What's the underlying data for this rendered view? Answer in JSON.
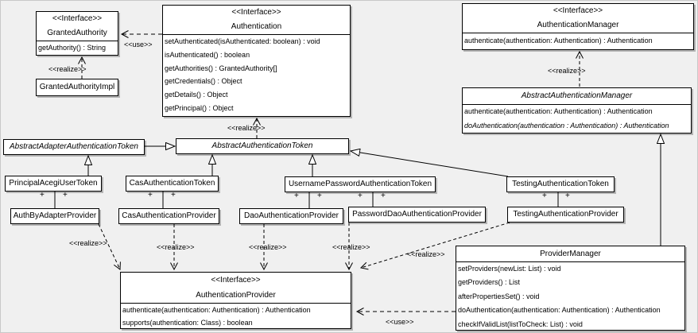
{
  "diagram_type": "uml-class-diagram",
  "colors": {
    "background": "#f0f0f0",
    "box_fill": "#ffffff",
    "line": "#000000"
  },
  "classes": {
    "granted_authority": {
      "stereotype": "<<Interface>>",
      "name": "GrantedAuthority",
      "methods": [
        "getAuthority() : String"
      ]
    },
    "granted_authority_impl": {
      "name": "GrantedAuthorityImpl"
    },
    "authentication": {
      "stereotype": "<<Interface>>",
      "name": "Authentication",
      "methods": [
        "setAuthenticated(isAuthenticated: boolean) : void",
        "isAuthenticated() : boolean",
        "getAuthorities() : GrantedAuthority[]",
        "getCredentials() : Object",
        "getDetails() : Object",
        "getPrincipal() : Object"
      ]
    },
    "authentication_manager": {
      "stereotype": "<<Interface>>",
      "name": "AuthenticationManager",
      "methods": [
        "authenticate(authentication: Authentication) : Authentication"
      ]
    },
    "abstract_authentication_manager": {
      "name": "AbstractAuthenticationManager",
      "methods": [
        "authenticate(authentication: Authentication) : Authentication",
        "doAuthentication(authentication : Authentication) : Authentication"
      ]
    },
    "abstract_adapter_authentication_token": {
      "name": "AbstractAdapterAuthenticationToken"
    },
    "abstract_authentication_token": {
      "name": "AbstractAuthenticationToken"
    },
    "principal_acegi_user_token": {
      "name": "PrincipalAcegiUserToken"
    },
    "cas_authentication_token": {
      "name": "CasAuthenticationToken"
    },
    "username_password_authentication_token": {
      "name": "UsernamePasswordAuthenticationToken"
    },
    "testing_authentication_token": {
      "name": "TestingAuthenticationToken"
    },
    "auth_by_adapter_provider": {
      "name": "AuthByAdapterProvider"
    },
    "cas_authentication_provider": {
      "name": "CasAuthenticationProvider"
    },
    "dao_authentication_provider": {
      "name": "DaoAuthenticationProvider"
    },
    "password_dao_authentication_provider": {
      "name": "PasswordDaoAuthenticationProvider"
    },
    "testing_authentication_provider": {
      "name": "TestingAuthenticationProvider"
    },
    "authentication_provider": {
      "stereotype": "<<Interface>>",
      "name": "AuthenticationProvider",
      "methods": [
        "authenticate(authentication: Authentication) : Authentication",
        "supports(authentication: Class) : boolean"
      ]
    },
    "provider_manager": {
      "name": "ProviderManager",
      "methods": [
        "setProviders(newList: List) : void",
        "getProviders() : List",
        "afterPropertiesSet() : void",
        "doAuthentication(authentication: Authentication) : Authentication",
        "checkIfValidList(listToCheck: List) : void"
      ]
    }
  },
  "edges": [
    {
      "from": "Authentication",
      "to": "GrantedAuthority",
      "type": "dependency",
      "label": "<<use>>"
    },
    {
      "from": "GrantedAuthorityImpl",
      "to": "GrantedAuthority",
      "type": "realize",
      "label": "<<realize>>"
    },
    {
      "from": "AbstractAuthenticationToken",
      "to": "Authentication",
      "type": "realize",
      "label": "<<realize>>"
    },
    {
      "from": "AbstractAuthenticationManager",
      "to": "AuthenticationManager",
      "type": "realize",
      "label": "<<realize>>"
    },
    {
      "from": "AbstractAdapterAuthenticationToken",
      "to": "AbstractAuthenticationToken",
      "type": "generalization",
      "label": ""
    },
    {
      "from": "PrincipalAcegiUserToken",
      "to": "AbstractAdapterAuthenticationToken",
      "type": "generalization",
      "label": ""
    },
    {
      "from": "CasAuthenticationToken",
      "to": "AbstractAuthenticationToken",
      "type": "generalization",
      "label": ""
    },
    {
      "from": "UsernamePasswordAuthenticationToken",
      "to": "AbstractAuthenticationToken",
      "type": "generalization",
      "label": ""
    },
    {
      "from": "TestingAuthenticationToken",
      "to": "AbstractAuthenticationToken",
      "type": "generalization",
      "label": ""
    },
    {
      "from": "ProviderManager",
      "to": "AbstractAuthenticationManager",
      "type": "generalization",
      "label": ""
    },
    {
      "from": "PrincipalAcegiUserToken",
      "to": "AuthByAdapterProvider",
      "type": "association",
      "end_labels": [
        "+",
        "+"
      ]
    },
    {
      "from": "CasAuthenticationToken",
      "to": "CasAuthenticationProvider",
      "type": "association",
      "end_labels": [
        "+",
        "+"
      ]
    },
    {
      "from": "UsernamePasswordAuthenticationToken",
      "to": "DaoAuthenticationProvider",
      "type": "association",
      "end_labels": [
        "+",
        "+"
      ]
    },
    {
      "from": "UsernamePasswordAuthenticationToken",
      "to": "PasswordDaoAuthenticationProvider",
      "type": "association",
      "end_labels": [
        "+",
        "+"
      ]
    },
    {
      "from": "TestingAuthenticationToken",
      "to": "TestingAuthenticationProvider",
      "type": "association",
      "end_labels": [
        "+",
        "+"
      ]
    },
    {
      "from": "AuthByAdapterProvider",
      "to": "AuthenticationProvider",
      "type": "realize",
      "label": "<<realize>>"
    },
    {
      "from": "CasAuthenticationProvider",
      "to": "AuthenticationProvider",
      "type": "realize",
      "label": "<<realize>>"
    },
    {
      "from": "DaoAuthenticationProvider",
      "to": "AuthenticationProvider",
      "type": "realize",
      "label": "<<realize>>"
    },
    {
      "from": "PasswordDaoAuthenticationProvider",
      "to": "AuthenticationProvider",
      "type": "realize",
      "label": "<<realize>>"
    },
    {
      "from": "TestingAuthenticationProvider",
      "to": "AuthenticationProvider",
      "type": "realize",
      "label": "<<realize>>"
    },
    {
      "from": "ProviderManager",
      "to": "AuthenticationProvider",
      "type": "dependency",
      "label": "<<use>>"
    }
  ]
}
